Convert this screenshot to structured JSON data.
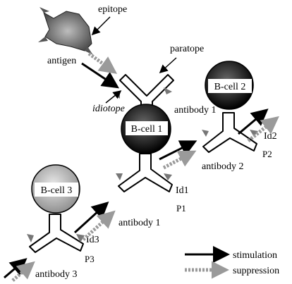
{
  "labels": {
    "epitope": "epitope",
    "antigen": "antigen",
    "paratope": "paratope",
    "idiotope": "idiotope",
    "antibody1_top": "antibody 1",
    "bcell1": "B-cell 1",
    "bcell2": "B-cell 2",
    "bcell3": "B-cell 3",
    "id1": "Id1",
    "p1": "P1",
    "antibody1_bottom": "antibody 1",
    "id2": "Id2",
    "p2": "P2",
    "antibody2": "antibody 2",
    "id3": "Id3",
    "p3": "P3",
    "antibody3": "antibody 3"
  },
  "legend": {
    "stimulation": "stimulation",
    "suppression": "suppression"
  }
}
